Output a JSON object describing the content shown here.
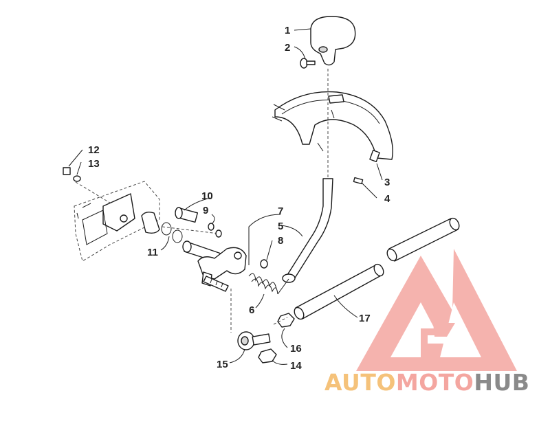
{
  "callouts": [
    {
      "id": "1",
      "label": "1"
    },
    {
      "id": "2",
      "label": "2"
    },
    {
      "id": "3",
      "label": "3"
    },
    {
      "id": "4",
      "label": "4"
    },
    {
      "id": "5",
      "label": "5"
    },
    {
      "id": "6",
      "label": "6"
    },
    {
      "id": "7",
      "label": "7"
    },
    {
      "id": "8",
      "label": "8"
    },
    {
      "id": "9",
      "label": "9"
    },
    {
      "id": "10",
      "label": "10"
    },
    {
      "id": "11",
      "label": "11"
    },
    {
      "id": "12",
      "label": "12"
    },
    {
      "id": "13",
      "label": "13"
    },
    {
      "id": "14",
      "label": "14"
    },
    {
      "id": "15",
      "label": "15"
    },
    {
      "id": "16",
      "label": "16"
    },
    {
      "id": "17",
      "label": "17"
    }
  ],
  "watermark": {
    "part1": "AUTO",
    "part2": "MOTO",
    "part3": "HUB",
    "color1": "#f5c27a",
    "color2": "#f4a6a0",
    "color3": "#8a8a8a",
    "logo_color": "#f4a6a0"
  }
}
